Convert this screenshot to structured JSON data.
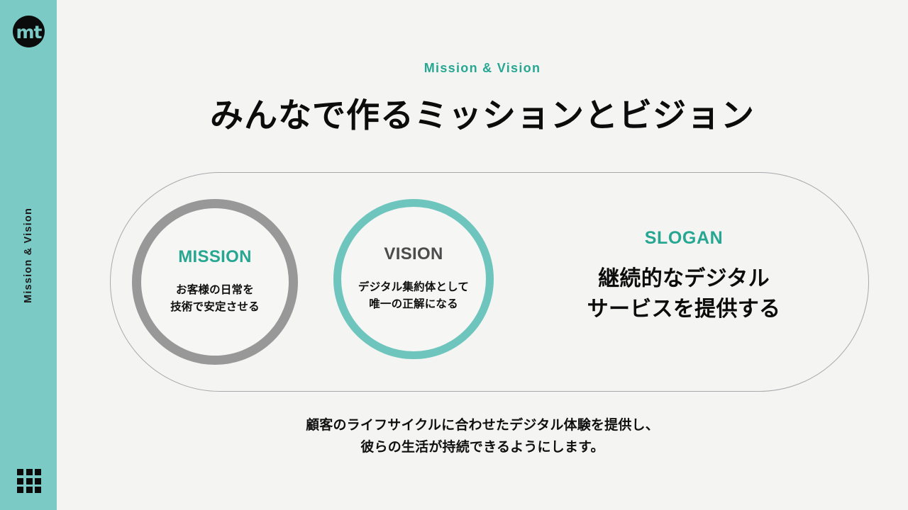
{
  "sidebar": {
    "logo_text": "mt",
    "logo_icon": "mt-logo-circle",
    "vertical_label": "Mission & Vision",
    "grid_icon": "grid-3x3-icon",
    "background_color": "#7ccac5"
  },
  "header": {
    "eyebrow": "Mission & Vision",
    "title": "みんなで作るミッションとビジョン",
    "accent_color": "#27a792"
  },
  "diagram": {
    "mission": {
      "heading": "MISSION",
      "line1": "お客様の日常を",
      "line2": "技術で安定させる",
      "ring_color": "#989898",
      "heading_color": "#27a792"
    },
    "vision": {
      "heading": "VISION",
      "line1": "デジタル集約体として",
      "line2": "唯一の正解になる",
      "ring_color": "#6ec5bd",
      "heading_color": "#4c4c4c"
    },
    "slogan": {
      "heading": "SLOGAN",
      "line1": "継続的なデジタル",
      "line2": "サービスを提供する",
      "heading_color": "#27a792"
    },
    "pill_border_color": "#a9a9ad"
  },
  "caption": {
    "line1": "顧客のライフサイクルに合わせたデジタル体験を提供し、",
    "line2": "彼らの生活が持続できるようにします。"
  }
}
